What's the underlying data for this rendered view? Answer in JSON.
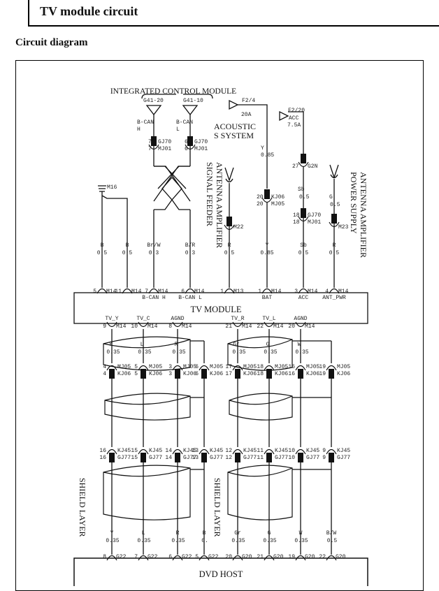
{
  "header": {
    "title": "TV module circuit"
  },
  "section": {
    "title": "Circuit diagram"
  },
  "diagram": {
    "modules": {
      "icm": "INTEGRATED CONTROL MODULE",
      "acoustics": [
        "ACOUSTIC",
        "S SYSTEM"
      ],
      "ant_feeder": [
        "ANTENNA AMPLIFIER",
        "SIGNAL FEEDER"
      ],
      "ant_power": [
        "ANTENNA AMPLIFIER",
        "POWER SUPPLY"
      ],
      "tv_module": "TV MODULE",
      "dvd_host": "DVD HOST",
      "shield_left": "SHIELD LAYER",
      "shield_right": "SHIELD LAYER"
    },
    "top_sources": {
      "g41_20": "G41-20",
      "g41_10": "G41-10",
      "fuse1": {
        "id": "F2/4",
        "rating": "20A"
      },
      "fuse2": {
        "id": "F2/20",
        "label": "ACC",
        "rating": "7.5A"
      },
      "ground": "M16"
    },
    "top_labels": {
      "bcan_h": [
        "B-CAN",
        "H"
      ],
      "bcan_l": [
        "B-CAN",
        "L"
      ],
      "gj70_7": [
        "7",
        "GJ70",
        "7",
        "MJ01"
      ],
      "gj70_6": [
        "6",
        "GJ70",
        "6",
        "MJ01"
      ],
      "y085_top": [
        "Y",
        "0.85"
      ],
      "kj06_20": [
        "20",
        "KJ06",
        "20",
        "MJ05"
      ],
      "g2n": [
        "27",
        "G2N"
      ],
      "sb_top": [
        "Sb",
        "0.5"
      ],
      "gj70_18": [
        "18",
        "GJ70",
        "18",
        "MJ01"
      ],
      "g05": [
        "G",
        "0.5"
      ],
      "m23": "M23",
      "m22": "M22"
    },
    "upper_wires": [
      {
        "color": "B",
        "size": "0.5",
        "pin": "5",
        "conn": "M14",
        "sig": ""
      },
      {
        "color": "B",
        "size": "0.5",
        "pin": "11",
        "conn": "M14",
        "sig": ""
      },
      {
        "color": "Br/W",
        "size": "0.3",
        "pin": "7",
        "conn": "M14",
        "sig": "B-CAN H"
      },
      {
        "color": "B/R",
        "size": "0.3",
        "pin": "6",
        "conn": "M14",
        "sig": "B-CAN L"
      },
      {
        "color": "R",
        "size": "0.5",
        "pin": "1",
        "conn": "M13",
        "sig": ""
      },
      {
        "color": "Y",
        "size": "0.85",
        "pin": "1",
        "conn": "M14",
        "sig": "BAT"
      },
      {
        "color": "Sb",
        "size": "0.5",
        "pin": "3",
        "conn": "M14",
        "sig": "ACC"
      },
      {
        "color": "R",
        "size": "0.5",
        "pin": "4",
        "conn": "M14",
        "sig": "ANT_PWR"
      }
    ],
    "lower_wires": [
      {
        "sig": "TV_Y",
        "pin": "9",
        "conn": "M14",
        "color": "Y",
        "size": "0.35",
        "mj": "4",
        "kj": "4",
        "kj45": "16",
        "gj77": "16",
        "g22pin": "8",
        "g": "G22"
      },
      {
        "sig": "TV_C",
        "pin": "10",
        "conn": "M14",
        "color": "L",
        "size": "0.35",
        "mj": "5",
        "kj": "5",
        "kj45": "15",
        "gj77": "15",
        "g22pin": "7",
        "g": "G22"
      },
      {
        "sig": "AGND",
        "pin": "8",
        "conn": "M14",
        "color": "R",
        "size": "0.35",
        "mj": "3",
        "kj": "3",
        "kj45": "14",
        "gj77": "14",
        "g22pin": "6",
        "g": "G22"
      },
      {
        "sig": "",
        "pin": "",
        "conn": "",
        "color": "B",
        "size": "0.",
        "mj": "6",
        "kj": "6",
        "kj45": "13",
        "gj77": "13",
        "g22pin": "5",
        "g": "G22"
      },
      {
        "sig": "TV_R",
        "pin": "21",
        "conn": "M14",
        "color": "Gr",
        "size": "0.35",
        "mj": "17",
        "kj": "17",
        "kj45": "12",
        "gj77": "12",
        "g22pin": "20",
        "g": "G20"
      },
      {
        "sig": "TV_L",
        "pin": "22",
        "conn": "M14",
        "color": "G",
        "size": "0.35",
        "mj": "18",
        "kj": "18",
        "kj45": "11",
        "gj77": "11",
        "g22pin": "21",
        "g": "G20"
      },
      {
        "sig": "AGND",
        "pin": "20",
        "conn": "M14",
        "color": "W",
        "size": "0.35",
        "mj": "16",
        "kj": "16",
        "kj45": "10",
        "gj77": "10",
        "g22pin": "19",
        "g": "G20"
      },
      {
        "sig": "",
        "pin": "",
        "conn": "",
        "color": "B/W",
        "size": "0.5",
        "mj": "19",
        "kj": "19",
        "kj45": "9",
        "gj77": "9",
        "g22pin": "22",
        "g": "G20"
      }
    ],
    "mid_cable_labels": [
      {
        "color": "Y",
        "size": "0.35"
      },
      {
        "color": "L",
        "size": "0.35"
      },
      {
        "color": "R",
        "size": "0.35"
      },
      {
        "color": "Gr",
        "size": "0.35"
      },
      {
        "color": "G",
        "size": "0.35"
      },
      {
        "color": "W",
        "size": "0.35"
      }
    ],
    "conn_names": {
      "mj05": "MJ05",
      "kj06": "KJ06",
      "kj45": "KJ45",
      "gj77": "GJ77"
    }
  }
}
